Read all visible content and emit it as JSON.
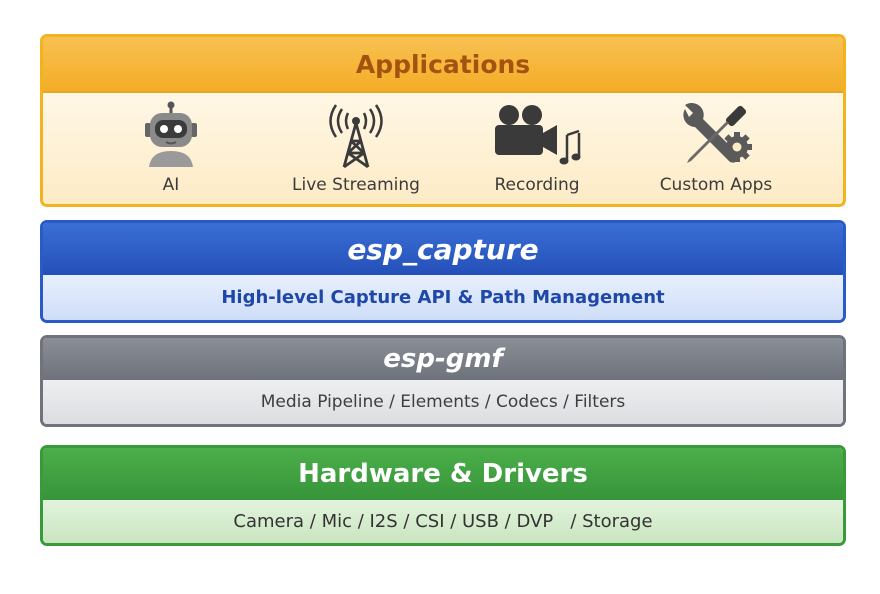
{
  "applications": {
    "title": "Applications",
    "items": [
      {
        "label": "AI",
        "icon": "robot-icon"
      },
      {
        "label": "Live Streaming",
        "icon": "antenna-tower-icon"
      },
      {
        "label": "Recording",
        "icon": "video-camera-music-icon"
      },
      {
        "label": "Custom Apps",
        "icon": "tools-gear-icon"
      }
    ]
  },
  "esp_capture": {
    "title": "esp_capture",
    "subtitle": "High-level Capture API & Path Management"
  },
  "esp_gmf": {
    "title": "esp-gmf",
    "subtitle": "Media Pipeline / Elements / Codecs / Filters"
  },
  "hardware": {
    "title": "Hardware & Drivers",
    "subtitle": "Camera / Mic / I2S / CSI / USB / DVP   / Storage"
  },
  "colors": {
    "applications": "#f3ad27",
    "esp_capture": "#2a5bc4",
    "esp_gmf": "#6e737c",
    "hardware": "#3a9a3b"
  }
}
